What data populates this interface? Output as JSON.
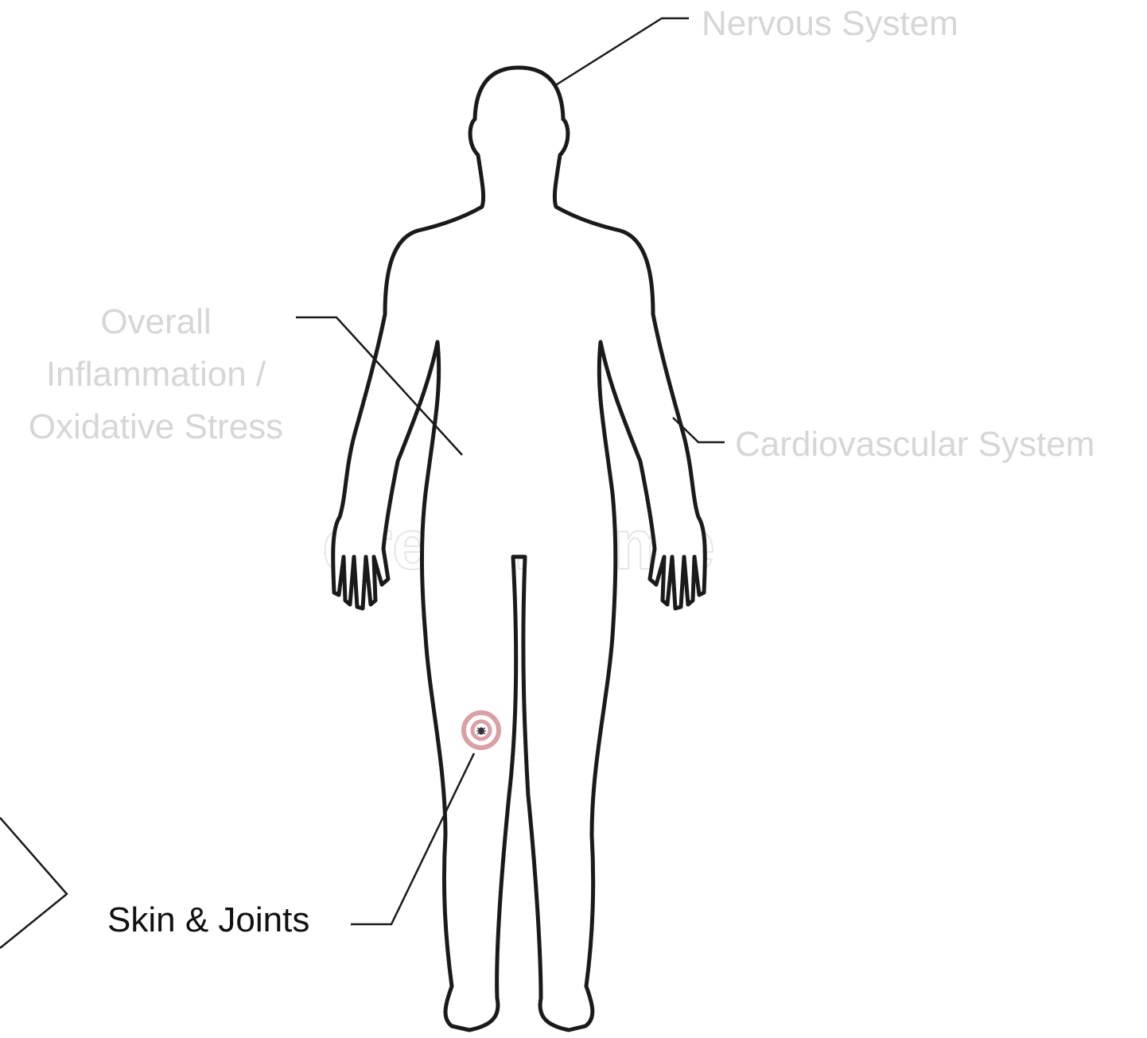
{
  "labels": {
    "nervous": "Nervous System",
    "cardiovascular": "Cardiovascular System",
    "inflammation": {
      "line1": "Overall",
      "line2": "Inflammation /",
      "line3": "Oxidative Stress"
    },
    "skin": "Skin & Joints"
  },
  "watermark": "dreamstime",
  "colors": {
    "active_label": "#111111",
    "inactive_label": "#d6d6d6",
    "target_ring": "#d9a0a6",
    "outline": "#1a1a1a"
  },
  "icons": {
    "target": "bullseye-icon",
    "tick": "tick-icon",
    "arrow": "chevron-right-icon"
  }
}
